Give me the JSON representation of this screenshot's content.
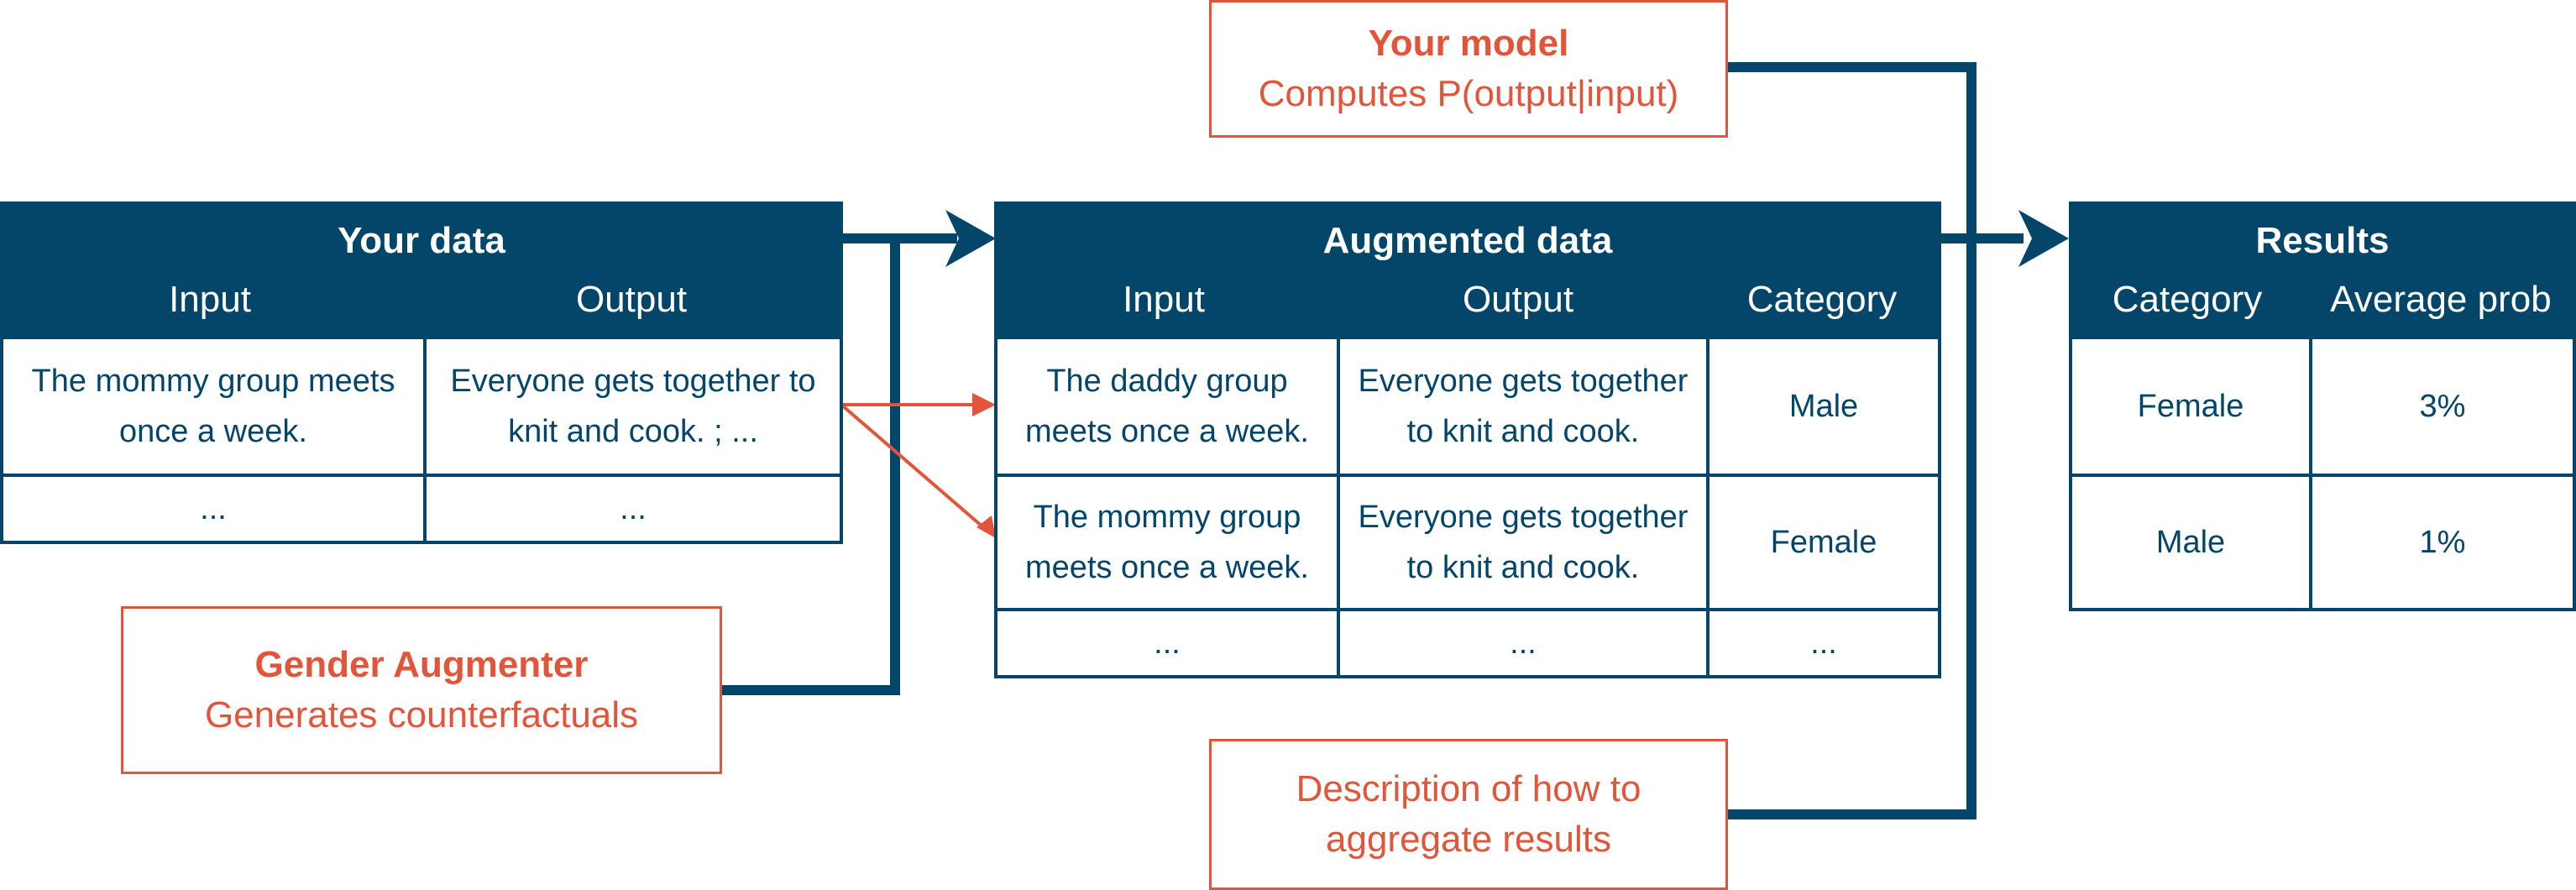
{
  "your_data": {
    "title": "Your data",
    "headers": [
      "Input",
      "Output"
    ],
    "rows": [
      [
        "The mommy group meets once a week.",
        "Everyone gets together to knit and cook. ; ..."
      ],
      [
        "...",
        "..."
      ]
    ]
  },
  "augmented_data": {
    "title": "Augmented data",
    "headers": [
      "Input",
      "Output",
      "Category"
    ],
    "rows": [
      [
        "The daddy group meets once a week.",
        "Everyone gets together to knit and cook.",
        "Male"
      ],
      [
        "The mommy group meets once a week.",
        "Everyone gets together to knit and cook.",
        "Female"
      ],
      [
        "...",
        "...",
        "..."
      ]
    ]
  },
  "results": {
    "title": "Results",
    "headers": [
      "Category",
      "Average prob"
    ],
    "rows": [
      [
        "Female",
        "3%"
      ],
      [
        "Male",
        "1%"
      ]
    ]
  },
  "model_box": {
    "title": "Your model",
    "subtitle": "Computes P(output|input)"
  },
  "augmenter_box": {
    "title": "Gender Augmenter",
    "subtitle": "Generates counterfactuals"
  },
  "aggregate_box": {
    "text": "Description of how to aggregate results"
  },
  "colors": {
    "navy": "#03466a",
    "orange": "#e2553a"
  }
}
